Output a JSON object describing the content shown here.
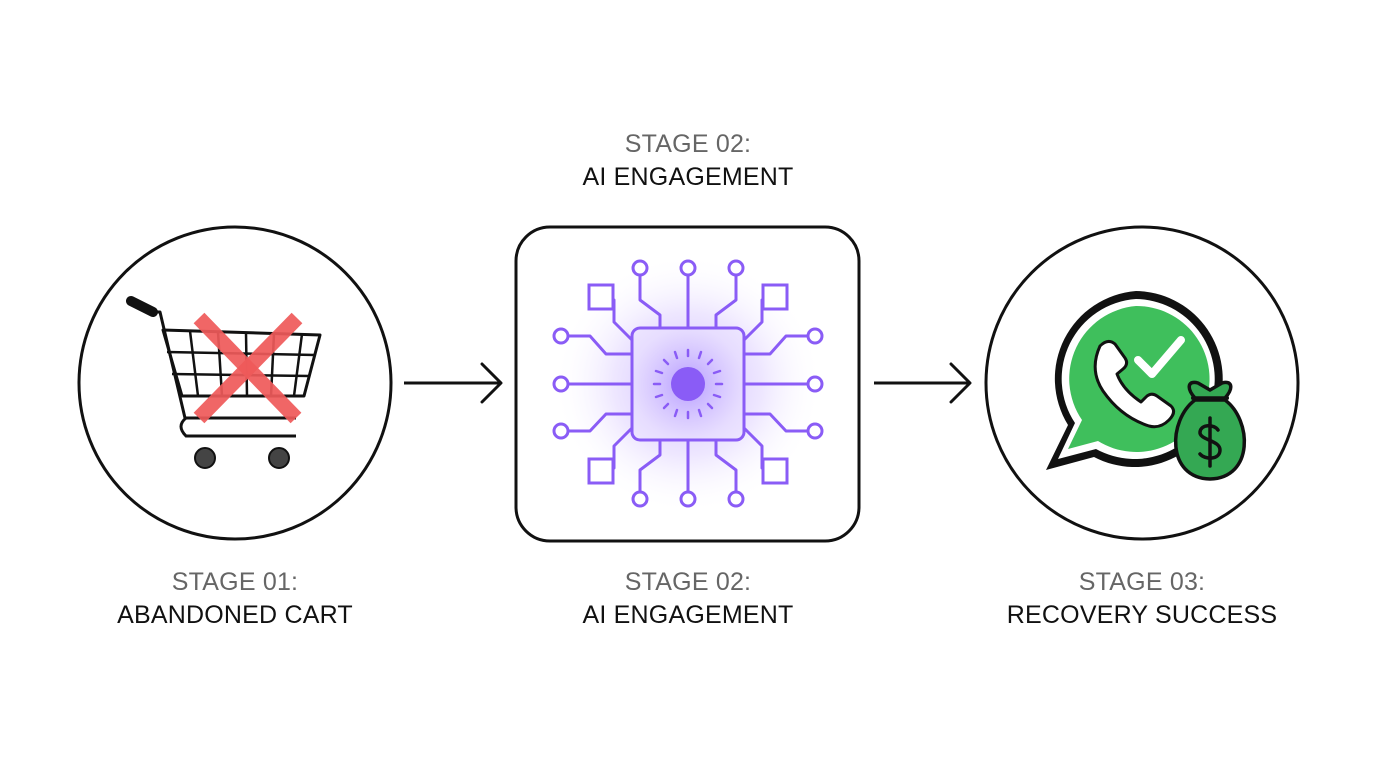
{
  "colors": {
    "outline": "#111111",
    "label_gray": "#666666",
    "cross_red": "#ef5a5a",
    "ai_purple": "#8a5cf6",
    "ai_glow": "#c9b3ff",
    "whatsapp_green": "#3fbf5c",
    "money_green": "#34a853"
  },
  "top_stage": {
    "label": "STAGE 02:",
    "title": "AI ENGAGEMENT"
  },
  "stages": [
    {
      "label": "STAGE 01:",
      "title": "ABANDONED CART",
      "icon": "abandoned-cart-icon"
    },
    {
      "label": "STAGE 02:",
      "title": "AI ENGAGEMENT",
      "icon": "ai-chip-icon"
    },
    {
      "label": "STAGE 03:",
      "title": "RECOVERY SUCCESS",
      "icon": "whatsapp-money-bag-icon"
    }
  ]
}
